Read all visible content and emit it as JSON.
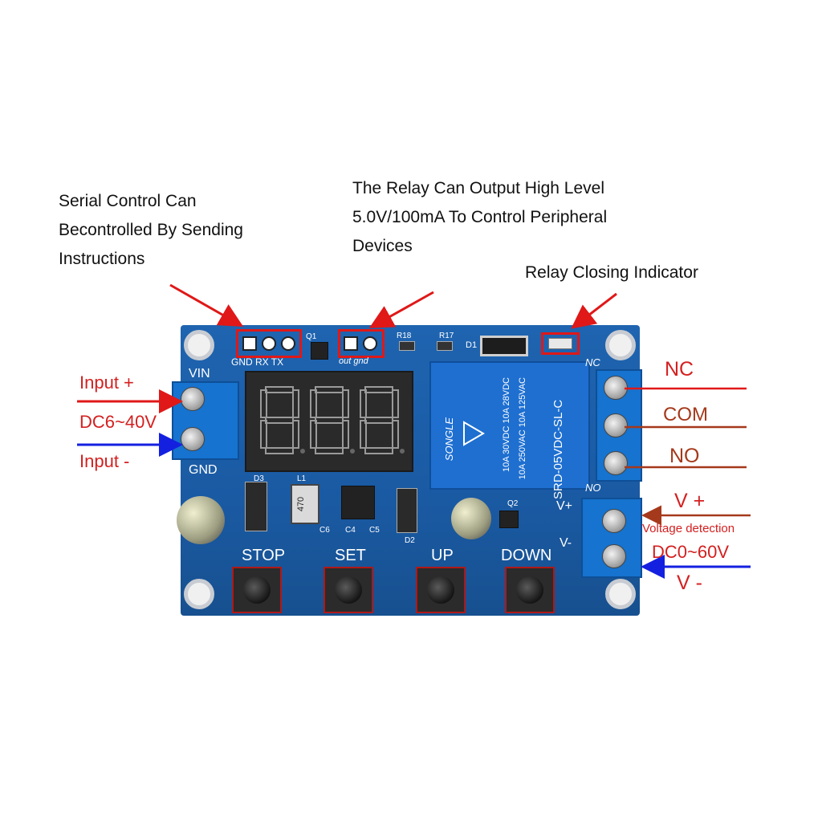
{
  "callouts": {
    "serial": [
      "Serial Control Can",
      "Becontrolled By Sending",
      "Instructions"
    ],
    "relay_output": [
      "The Relay Can Output High Level",
      "5.0V/100mA To Control Peripheral",
      "Devices"
    ],
    "indicator": "Relay Closing Indicator"
  },
  "left_labels": {
    "input_plus": "Input +",
    "voltage": "DC6~40V",
    "input_minus": "Input -"
  },
  "right_labels": {
    "nc": "NC",
    "com": "COM",
    "no": "NO",
    "v_plus": "V +",
    "voltage_detection": "Voltage detection",
    "voltage_range": "DC0~60V",
    "v_minus": "V -"
  },
  "board": {
    "vin": "VIN",
    "gnd": "GND",
    "serial_pins": "GND RX TX",
    "q1": "Q1",
    "out_pins": "out gnd",
    "r18": "R18",
    "r17": "R17",
    "d1": "D1",
    "nc": "NC",
    "no": "NO",
    "d3": "D3",
    "l1": "L1",
    "inductor": "470",
    "c6": "C6",
    "c4": "C4",
    "c5": "C5",
    "d2": "D2",
    "q2": "Q2",
    "vp": "V+",
    "vm": "V-",
    "display_digits": [
      "8",
      "8",
      "8"
    ],
    "relay_model": "SRD-05VDC-SL-C",
    "relay_ratings": [
      "10A 250VAC  10A 125VAC",
      "10A 30VDC   10A 28VDC"
    ],
    "relay_brand": "SONGLE",
    "buttons": [
      "STOP",
      "SET",
      "UP",
      "DOWN"
    ]
  },
  "colors": {
    "pcb": "#1b5fa8",
    "arrow_red": "#e01818",
    "arrow_blue": "#1420e0",
    "label_red": "#d42020",
    "label_brown": "#a5391b"
  }
}
